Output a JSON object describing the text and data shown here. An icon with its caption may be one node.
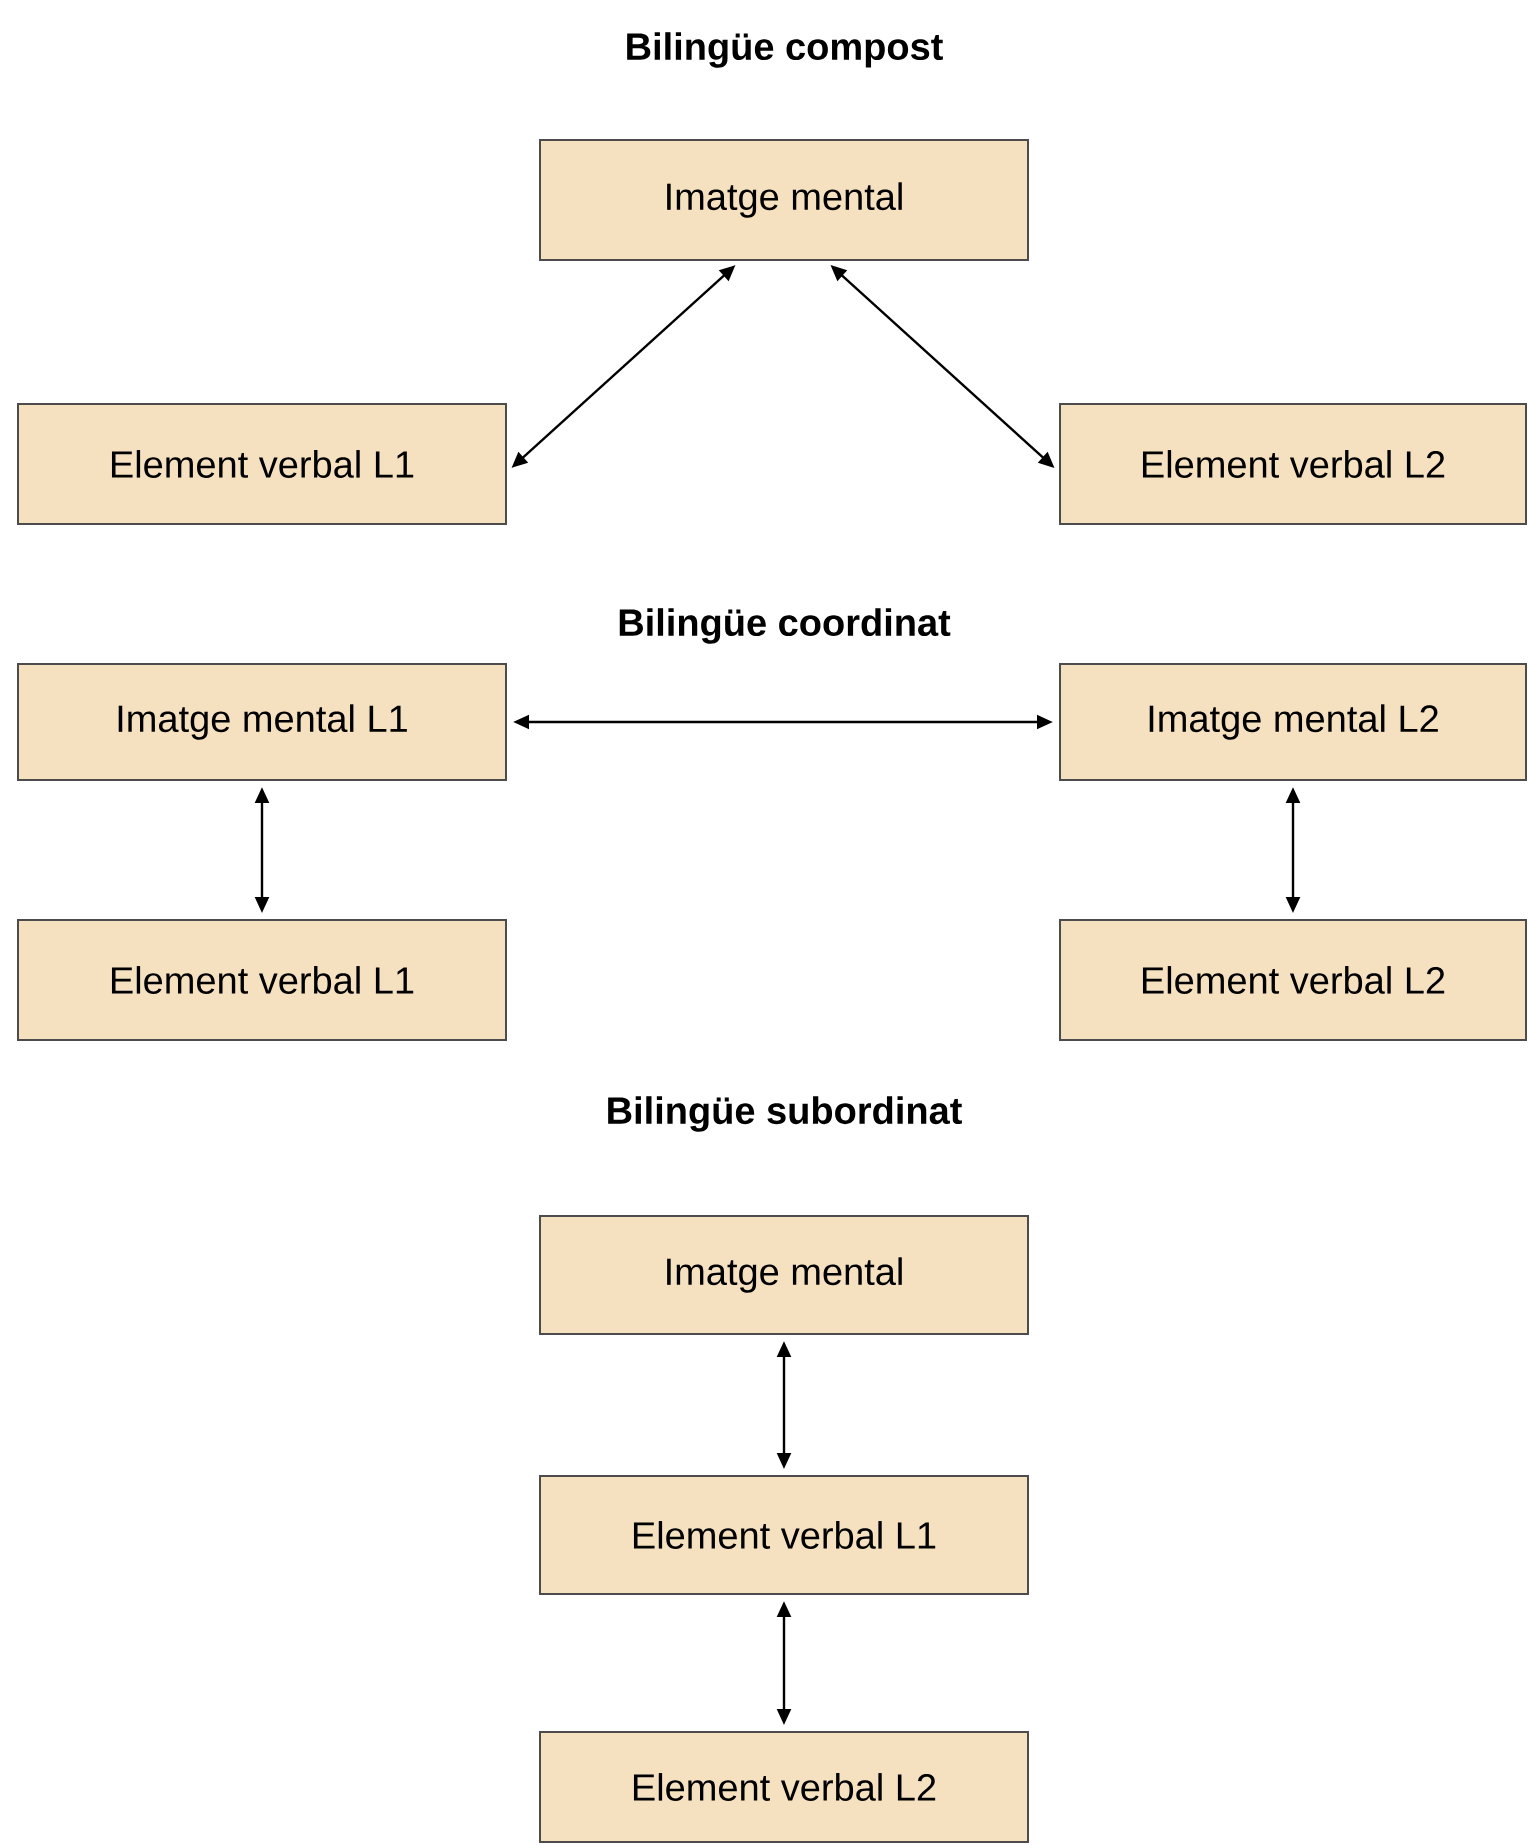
{
  "diagram": {
    "nodes": [
      {
        "text": [
          "Imatge mental"
        ]
      },
      {
        "text": [
          "Element verbal L1"
        ]
      },
      {
        "text": [
          "Element verbal L2"
        ]
      },
      {
        "text": [
          "Imatge mental L1"
        ]
      },
      {
        "text": [
          "Imatge mental L2"
        ]
      },
      {
        "text": [
          "Element verbal L1"
        ]
      },
      {
        "text": [
          "Element verbal L2"
        ]
      },
      {
        "text": [
          "Imatge mental"
        ]
      },
      {
        "text": [
          "Element verbal L1"
        ]
      },
      {
        "text": [
          "Element verbal L2"
        ]
      }
    ],
    "edges": [
      {
        "from": 0,
        "to": 1,
        "arrow": "both"
      },
      {
        "from": 0,
        "to": 2,
        "arrow": "both"
      },
      {
        "from": 3,
        "to": 4,
        "arrow": "both"
      },
      {
        "from": 3,
        "to": 5,
        "arrow": "both"
      },
      {
        "from": 4,
        "to": 6,
        "arrow": "both"
      },
      {
        "from": 7,
        "to": 8,
        "arrow": "both"
      },
      {
        "from": 8,
        "to": 9,
        "arrow": "both"
      }
    ],
    "labels": [
      "Bilingüe compost",
      "Bilingüe coordinat",
      "Bilingüe subordinat"
    ]
  }
}
